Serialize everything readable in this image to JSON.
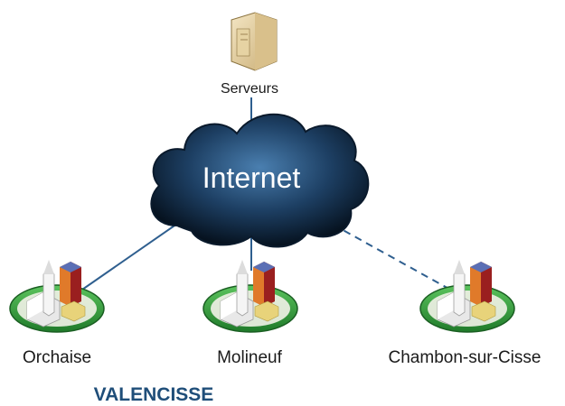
{
  "nodes": {
    "server": {
      "label": "Serveurs",
      "icon": "server-icon"
    },
    "internet": {
      "label": "Internet",
      "icon": "cloud-icon"
    },
    "villages": [
      {
        "label": "Orchaise",
        "icon": "village-icon",
        "link": "solid"
      },
      {
        "label": "Molineuf",
        "icon": "village-icon",
        "link": "solid"
      },
      {
        "label": "Chambon-sur-Cisse",
        "icon": "village-icon",
        "link": "dashed"
      }
    ]
  },
  "group_label": "VALENCISSE",
  "colors": {
    "link": "#2f5f8f",
    "cloud_dark": "#0b1e33",
    "cloud_light": "#3b6e9e",
    "title": "#1f4e79",
    "grass": "#2e9a3a",
    "roof_blue": "#5b6fb5",
    "roof_red": "#9a1f1f",
    "wall_orange": "#e07a2a"
  }
}
